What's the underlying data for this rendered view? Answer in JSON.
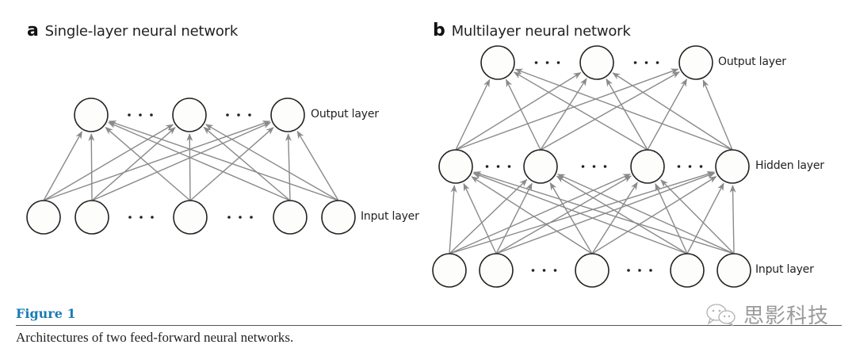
{
  "figure": {
    "label": "Figure 1",
    "caption": "Architectures of two feed-forward neural networks.",
    "accent_color": "#1b7bb5"
  },
  "watermark": {
    "icon": "wechat-icon",
    "text": "思影科技"
  },
  "panels": [
    {
      "id": "a",
      "letter": "a",
      "title": "Single-layer neural network",
      "layers": [
        {
          "name": "input",
          "label": "Input layer",
          "nodes_shown": 5,
          "ellipsis_after": [
            1,
            2
          ]
        },
        {
          "name": "output",
          "label": "Output layer",
          "nodes_shown": 3,
          "ellipsis_after": [
            0,
            1
          ]
        }
      ],
      "connections": [
        {
          "from": "input",
          "to": "output",
          "type": "fully-connected"
        }
      ]
    },
    {
      "id": "b",
      "letter": "b",
      "title": "Multilayer neural network",
      "layers": [
        {
          "name": "input",
          "label": "Input layer",
          "nodes_shown": 5,
          "ellipsis_after": [
            1,
            2
          ]
        },
        {
          "name": "hidden",
          "label": "Hidden layer",
          "nodes_shown": 4,
          "ellipsis_after": [
            0,
            1,
            2
          ]
        },
        {
          "name": "output",
          "label": "Output layer",
          "nodes_shown": 3,
          "ellipsis_after": [
            0,
            1
          ]
        }
      ],
      "connections": [
        {
          "from": "input",
          "to": "hidden",
          "type": "fully-connected"
        },
        {
          "from": "hidden",
          "to": "output",
          "type": "fully-connected"
        }
      ]
    }
  ],
  "ellipsis_glyph": "· · ·"
}
